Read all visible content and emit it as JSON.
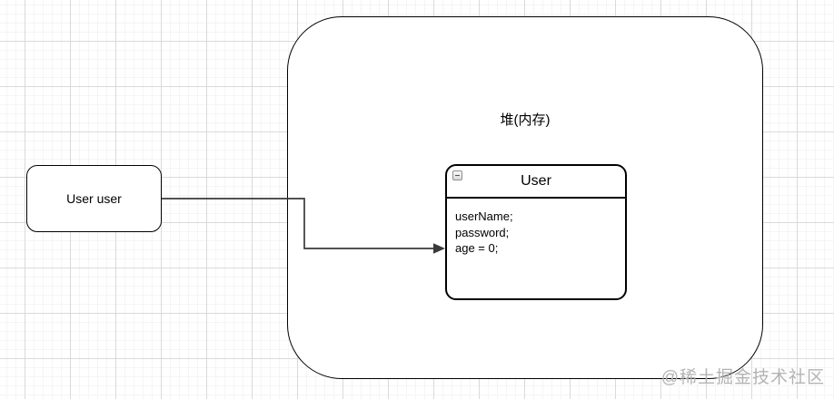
{
  "heap_container": {
    "label": "堆(内存)"
  },
  "stack_variable": {
    "label": "User user"
  },
  "user_class": {
    "title": "User",
    "fields": [
      "userName;",
      "password;",
      "age = 0;"
    ]
  },
  "watermark": {
    "text": "@稀土掘金技术社区"
  },
  "colors": {
    "shape_stroke": "#000000",
    "arrow": "#3a3a3a",
    "grid_major": "#dadada",
    "grid_minor": "#f5f5f5",
    "watermark": "#b3b3b3",
    "background": "#ffffff"
  }
}
